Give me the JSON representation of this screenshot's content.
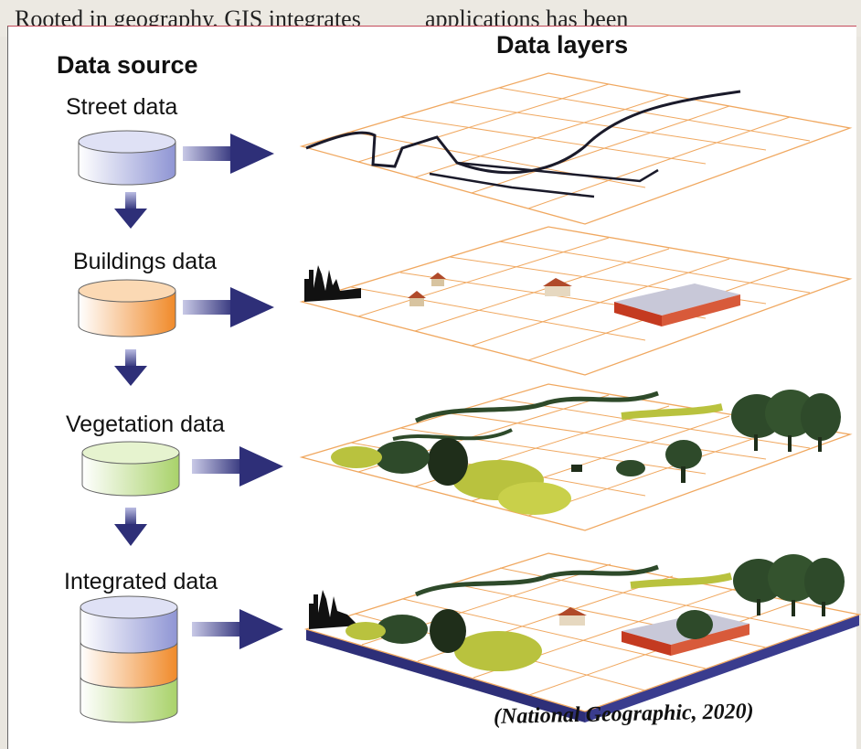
{
  "page_text": {
    "left_line": "Rooted in geography, GIS integrates",
    "right_line": "applications has been"
  },
  "diagram": {
    "heading_source": "Data source",
    "heading_layers": "Data layers",
    "sources": [
      {
        "label": "Street data",
        "color": "#b8bde6"
      },
      {
        "label": "Buildings data",
        "color": "#f4a04a"
      },
      {
        "label": "Vegetation data",
        "color": "#c5e08e"
      },
      {
        "label": "Integrated data",
        "color": "#b8bde6"
      }
    ],
    "caption": "(National Geographic, 2020)",
    "colors": {
      "arrow": "#2e2f78",
      "grid": "#f0a860",
      "road": "#1a1a2a",
      "tree_dark": "#2e4a2a",
      "tree_light": "#b9c23e",
      "roof": "#b8b8c8",
      "wall": "#c43a20",
      "base": "#2e2f78"
    }
  }
}
